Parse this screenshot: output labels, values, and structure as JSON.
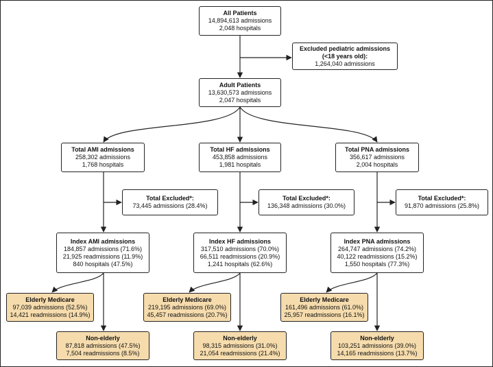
{
  "colors": {
    "leaf_fill": "#f6dcad",
    "box_fill": "#ffffff",
    "line": "#222222"
  },
  "nodes": {
    "all": {
      "title": "All Patients",
      "lines": [
        "14,894,613 admissions",
        "2,048 hospitals"
      ]
    },
    "pediatric": {
      "title": "Excluded pediatric admissions (<18 years old):",
      "lines": [
        "1,264,040 admissions"
      ]
    },
    "adult": {
      "title": "Adult Patients",
      "lines": [
        "13,630,573 admissions",
        "2,047 hospitals"
      ]
    },
    "ami_total": {
      "title": "Total AMI admissions",
      "lines": [
        "258,302 admissions",
        "1,768 hospitals"
      ]
    },
    "hf_total": {
      "title": "Total HF admissions",
      "lines": [
        "453,858 admissions",
        "1,981 hospitals"
      ]
    },
    "pna_total": {
      "title": "Total PNA admissions",
      "lines": [
        "356,617 admissions",
        "2,004 hospitals"
      ]
    },
    "ami_excl": {
      "title": "Total Excluded*:",
      "lines": [
        "73,445 admissions (28.4%)"
      ]
    },
    "hf_excl": {
      "title": "Total Excluded*:",
      "lines": [
        "136,348 admissions (30.0%)"
      ]
    },
    "pna_excl": {
      "title": "Total Excluded*:",
      "lines": [
        "91,870 admissions (25.8%)"
      ]
    },
    "ami_index": {
      "title": "Index AMI admissions",
      "lines": [
        "184,857 admissions (71.6%)",
        "21,925 readmissions (11.9%)",
        "840 hospitals (47.5%)"
      ]
    },
    "hf_index": {
      "title": "Index HF admissions",
      "lines": [
        "317,510 admissions (70.0%)",
        "66,511 readmissions (20.9%)",
        "1,241 hospitals (62.6%)"
      ]
    },
    "pna_index": {
      "title": "Index PNA admissions",
      "lines": [
        "264,747 admissions (74.2%)",
        "40,122 readmissions (15.2%)",
        "1,550 hospitals (77.3%)"
      ]
    },
    "ami_elderly": {
      "title": "Elderly Medicare",
      "lines": [
        "97,039 admissions (52.5%)",
        "14,421 readmissions (14.9%)"
      ]
    },
    "hf_elderly": {
      "title": "Elderly Medicare",
      "lines": [
        "219,195 admissions (69.0%)",
        "45,457 readmissions (20.7%)"
      ]
    },
    "pna_elderly": {
      "title": "Elderly Medicare",
      "lines": [
        "161,496 admissions (61.0%)",
        "25,957 readmissions (16.1%)"
      ]
    },
    "ami_nonelderly": {
      "title": "Non-elderly",
      "lines": [
        "87,818 admissions (47.5%)",
        "7,504 readmissions (8.5%)"
      ]
    },
    "hf_nonelderly": {
      "title": "Non-elderly",
      "lines": [
        "98,315 admissions (31.0%)",
        "21,054 readmissions (21.4%)"
      ]
    },
    "pna_nonelderly": {
      "title": "Non-elderly",
      "lines": [
        "103,251 admissions (39.0%)",
        "14,165 readmissions (13.7%)"
      ]
    }
  }
}
